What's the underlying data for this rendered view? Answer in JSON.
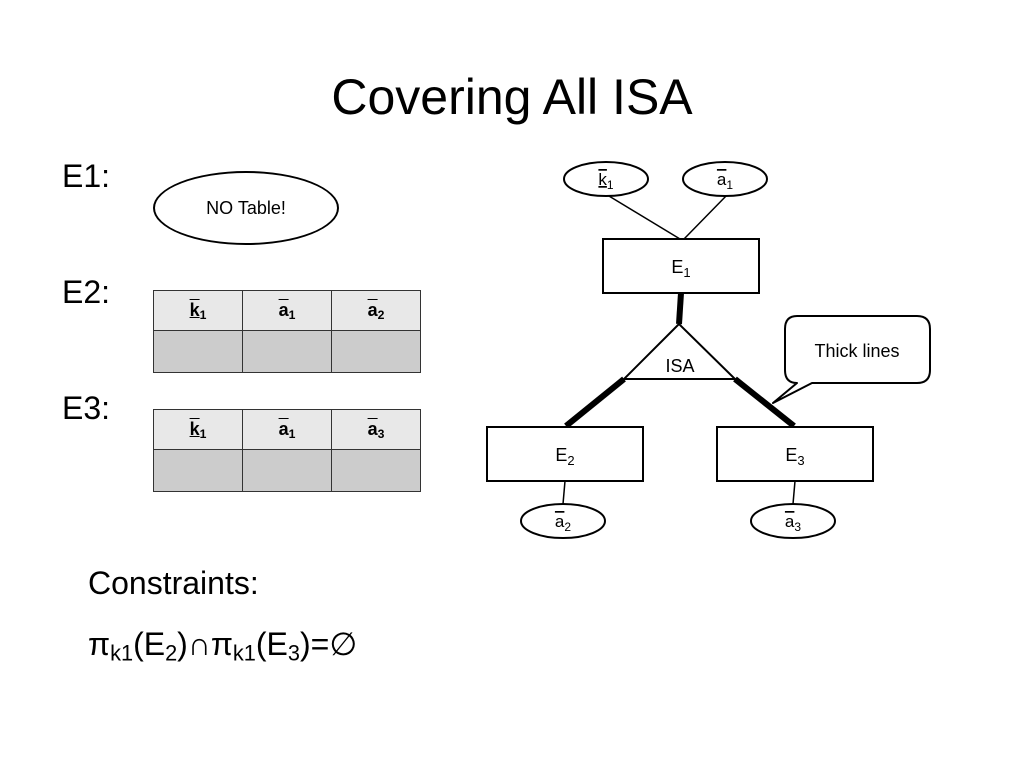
{
  "slide": {
    "title": "Covering All ISA"
  },
  "left": {
    "e1_label": "E1:",
    "e2_label": "E2:",
    "e3_label": "E3:",
    "no_table": "NO Table!",
    "e2_table": {
      "headers": [
        {
          "base": "k",
          "sub": "1",
          "key": true
        },
        {
          "base": "a",
          "sub": "1",
          "key": false
        },
        {
          "base": "a",
          "sub": "2",
          "key": false
        }
      ]
    },
    "e3_table": {
      "headers": [
        {
          "base": "k",
          "sub": "1",
          "key": true
        },
        {
          "base": "a",
          "sub": "1",
          "key": false
        },
        {
          "base": "a",
          "sub": "3",
          "key": false
        }
      ]
    }
  },
  "diagram": {
    "attr_k1": {
      "base": "k",
      "sub": "1"
    },
    "attr_a1": {
      "base": "a",
      "sub": "1"
    },
    "entity_e1": {
      "base": "E",
      "sub": "1"
    },
    "isa": "ISA",
    "entity_e2": {
      "base": "E",
      "sub": "2"
    },
    "entity_e3": {
      "base": "E",
      "sub": "3"
    },
    "attr_a2": {
      "base": "a",
      "sub": "2"
    },
    "attr_a3": {
      "base": "a",
      "sub": "3"
    },
    "callout": "Thick lines"
  },
  "constraints": {
    "heading": "Constraints:",
    "pi1": "π",
    "k1_1": "k1",
    "e2_open": "(E",
    "e2_sub": "2",
    "e2_close": ")∩",
    "pi2": "π",
    "k1_2": "k1",
    "e3_open": "(E",
    "e3_sub": "3",
    "e3_close": ")=∅"
  }
}
